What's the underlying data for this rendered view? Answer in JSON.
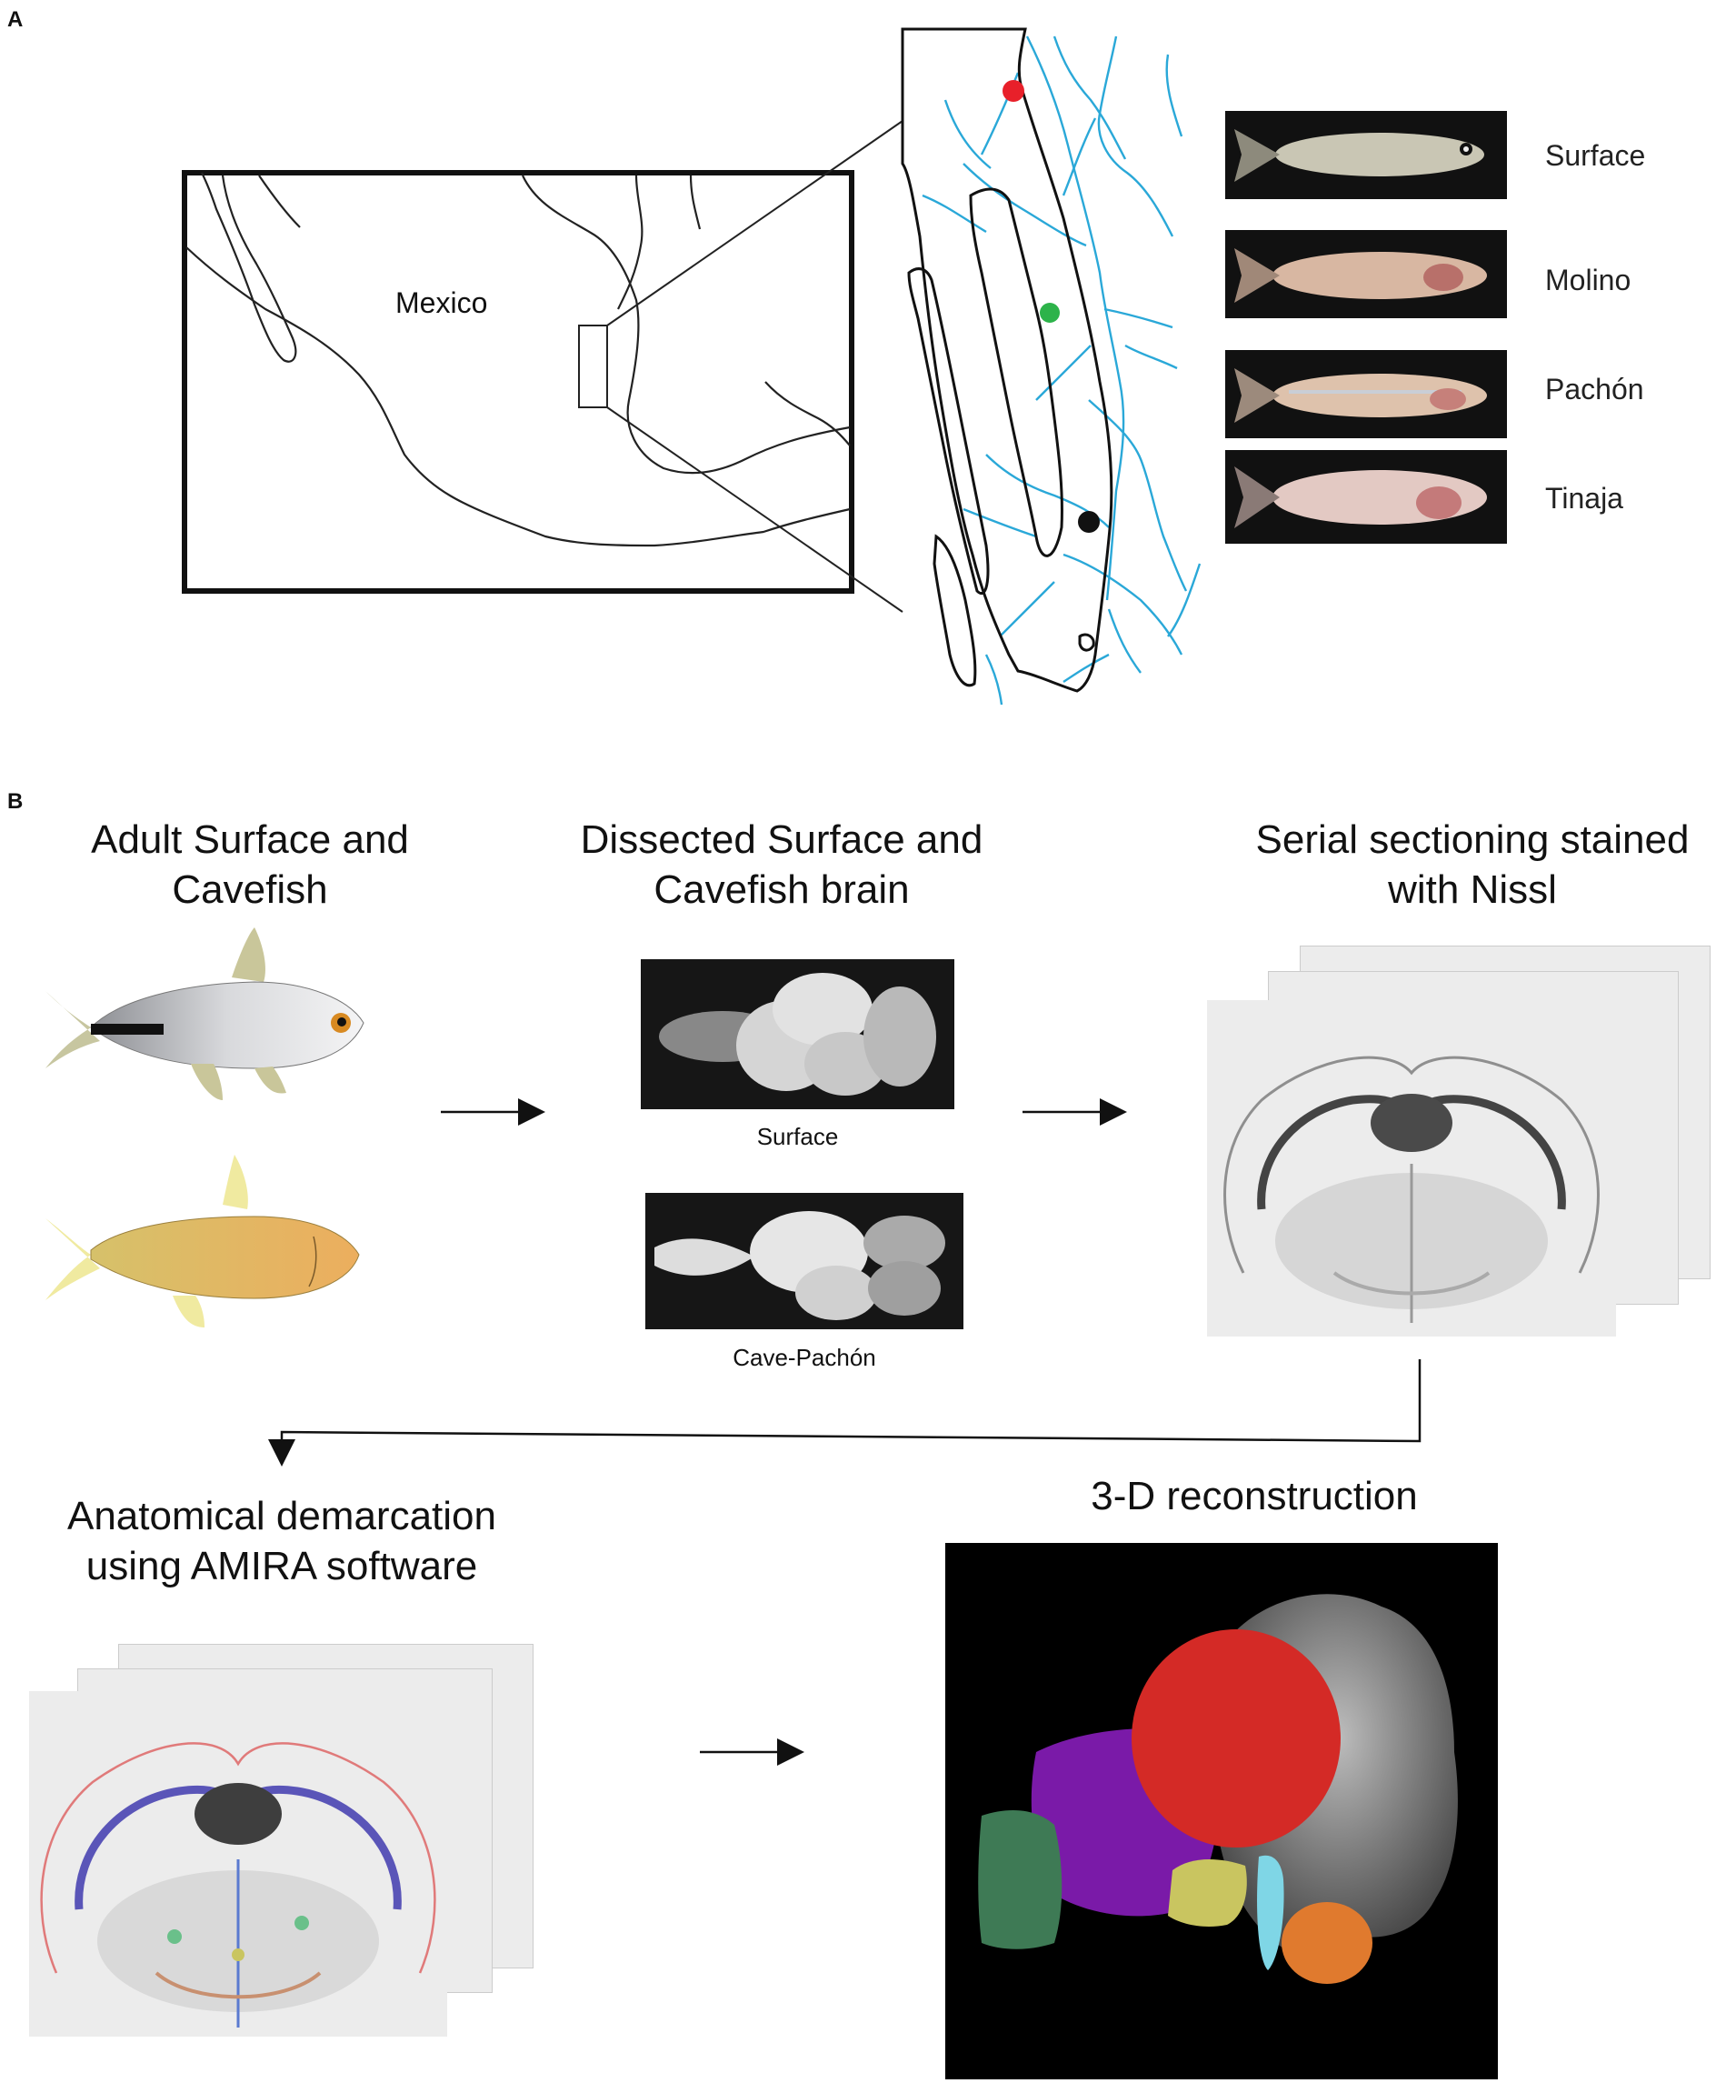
{
  "panel_a": {
    "letter": "A",
    "map_label": "Mexico",
    "fish": [
      {
        "label": "Surface",
        "body_color": "#c9c6b4"
      },
      {
        "label": "Molino",
        "body_color": "#d8b7a2"
      },
      {
        "label": "Pachón",
        "body_color": "#dec2ac"
      },
      {
        "label": "Tinaja",
        "body_color": "#e3c9c3"
      }
    ],
    "site_colors": {
      "red": "#e8202a",
      "green": "#2db34a",
      "black": "#111111"
    },
    "river_color": "#2aa8d8"
  },
  "panel_b": {
    "letter": "B",
    "steps": {
      "adult": [
        "Adult Surface and",
        "Cavefish"
      ],
      "dissected": [
        "Dissected Surface  and",
        "Cavefish brain"
      ],
      "serial": [
        "Serial sectioning stained",
        "with Nissl"
      ],
      "anatomical": [
        "Anatomical demarcation",
        "using AMIRA software"
      ],
      "reconstruction": "3-D reconstruction"
    },
    "brain_captions": {
      "surface": "Surface",
      "cave": "Cave-Pachón"
    },
    "region_colors": {
      "red": "#d42a26",
      "purple": "#7a1aa8",
      "green": "#3e7a55",
      "yellow": "#c9c560",
      "orange": "#e07a2e",
      "cyan": "#7fd6e6"
    }
  }
}
